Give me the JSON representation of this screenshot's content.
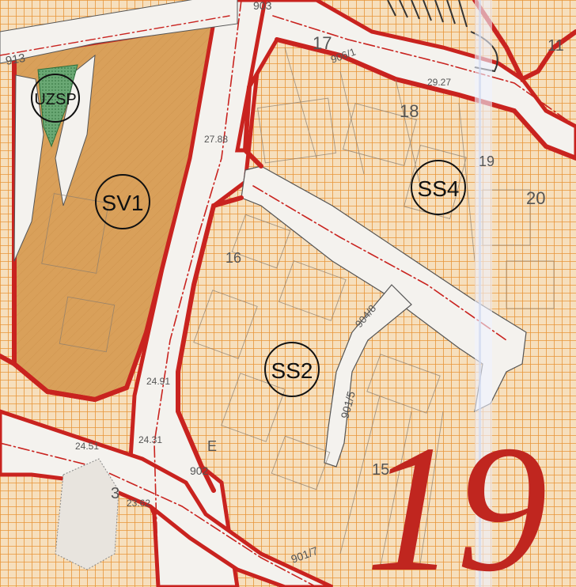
{
  "map": {
    "zones": [
      {
        "id": "uzsp",
        "label": "UZSP"
      },
      {
        "id": "sv1",
        "label": "SV1"
      },
      {
        "id": "ss4",
        "label": "SS4"
      },
      {
        "id": "ss2",
        "label": "SS2"
      }
    ],
    "block_number": "19",
    "parcel_labels": {
      "p913": "913",
      "p17": "17",
      "p18": "18",
      "p906_1": "906/1",
      "p904_8": "904/8",
      "p901_5": "901/5",
      "p902": "902",
      "p901_7": "901/7",
      "p903": "903",
      "p16": "16",
      "p19": "19",
      "p20": "20",
      "p11": "11",
      "p3": "3",
      "pE": "E",
      "p15": "15"
    },
    "elevations": {
      "e1": "29.27",
      "e2": "27.88",
      "e3": "24.91",
      "e4": "24.31",
      "e5": "23.62",
      "e6": "24.51"
    },
    "colors": {
      "zone_fill": "#f5deb8",
      "grid": "#e89a3c",
      "sv1_fill": "#d9a25a",
      "road": "#f3f1ec",
      "road_border": "#c9231f",
      "axis": "#c9231f",
      "uzsp_fill": "#4f9a5a"
    }
  }
}
